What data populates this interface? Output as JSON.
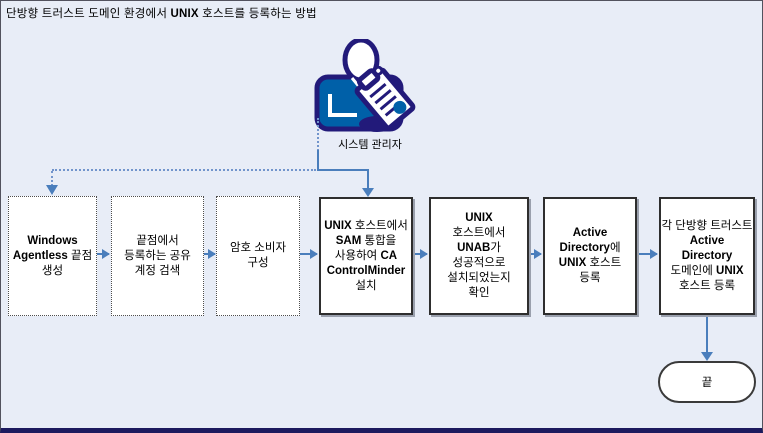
{
  "title": {
    "segments": [
      {
        "t": "단방향 트러스트 도메인 환경에서 "
      },
      {
        "t": "UNIX",
        "b": true
      },
      {
        "t": " 호스트를 등록하는 방법"
      }
    ]
  },
  "actor": {
    "label": "시스템 관리자",
    "icon": "system-admin-clipboard-icon"
  },
  "flow": {
    "boxes": [
      {
        "key": "create-windows-agentless-endpoint",
        "style": "dotted",
        "lines": [
          [
            {
              "t": "Windows",
              "b": true
            }
          ],
          [
            {
              "t": "Agentless",
              "b": true
            },
            {
              "t": " 끝점"
            }
          ],
          [
            {
              "t": "생성"
            }
          ]
        ]
      },
      {
        "key": "discover-shared-accounts",
        "style": "dotted",
        "lines": [
          [
            {
              "t": "끝점에서"
            }
          ],
          [
            {
              "t": "등록하는 공유"
            }
          ],
          [
            {
              "t": "계정 검색"
            }
          ]
        ]
      },
      {
        "key": "configure-password-consumer",
        "style": "dotted",
        "lines": [
          [
            {
              "t": "암호 소비자"
            }
          ],
          [
            {
              "t": "구성"
            }
          ]
        ]
      },
      {
        "key": "install-ca-controlminder-sam",
        "style": "solid",
        "lines": [
          [
            {
              "t": "UNIX",
              "b": true
            },
            {
              "t": " 호스트에서"
            }
          ],
          [
            {
              "t": "SAM",
              "b": true
            },
            {
              "t": " 통합을"
            }
          ],
          [
            {
              "t": "사용하여 "
            },
            {
              "t": "CA",
              "b": true
            }
          ],
          [
            {
              "t": "ControlMinder",
              "b": true
            }
          ],
          [
            {
              "t": "설치"
            }
          ]
        ]
      },
      {
        "key": "verify-unab-installed",
        "style": "solid",
        "lines": [
          [
            {
              "t": "UNIX",
              "b": true
            }
          ],
          [
            {
              "t": "호스트에서"
            }
          ],
          [
            {
              "t": "UNAB",
              "b": true
            },
            {
              "t": "가"
            }
          ],
          [
            {
              "t": "성공적으로"
            }
          ],
          [
            {
              "t": "설치되었는지"
            }
          ],
          [
            {
              "t": "확인"
            }
          ]
        ]
      },
      {
        "key": "register-unix-host-active-directory",
        "style": "solid",
        "lines": [
          [
            {
              "t": "Active",
              "b": true
            }
          ],
          [
            {
              "t": "Directory",
              "b": true
            },
            {
              "t": "에"
            }
          ],
          [
            {
              "t": "UNIX",
              "b": true
            },
            {
              "t": " 호스트"
            }
          ],
          [
            {
              "t": "등록"
            }
          ]
        ]
      },
      {
        "key": "register-unix-host-oneway-trust-domains",
        "style": "solid",
        "lines": [
          [
            {
              "t": "각 단방향 트러스트"
            }
          ],
          [
            {
              "t": "Active",
              "b": true
            }
          ],
          [
            {
              "t": "Directory",
              "b": true
            }
          ],
          [
            {
              "t": "도메인에 "
            },
            {
              "t": "UNIX",
              "b": true
            }
          ],
          [
            {
              "t": "호스트 등록"
            }
          ]
        ]
      }
    ],
    "end_label": "끝"
  },
  "colors": {
    "background": "#e8edf7",
    "arrow": "#4a7ebc",
    "dot": "#7295cc",
    "navy": "#221a7a",
    "blue": "#0060a8",
    "bar": "#1c1a5e",
    "frame": "#52525e",
    "boxline": "#2e2e2e",
    "shadow": "#9aa0ad",
    "text": "#000000"
  }
}
